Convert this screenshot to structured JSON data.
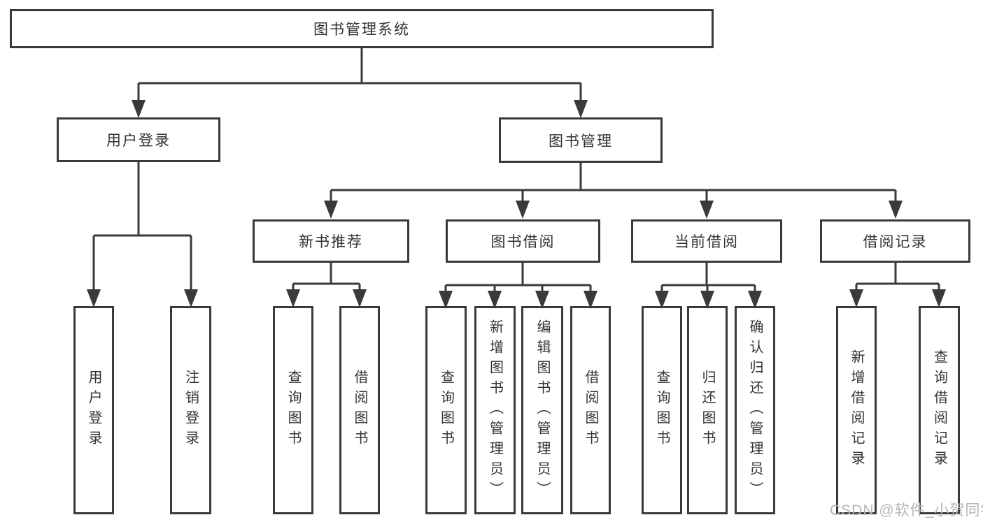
{
  "diagram": {
    "root": {
      "label": "图书管理系统"
    },
    "user_login": {
      "label": "用户登录",
      "children": [
        {
          "label": "用户登录"
        },
        {
          "label": "注销登录"
        }
      ]
    },
    "book_management": {
      "label": "图书管理",
      "sections": [
        {
          "label": "新书推荐",
          "children": [
            {
              "label": "查询图书"
            },
            {
              "label": "借阅图书"
            }
          ]
        },
        {
          "label": "图书借阅",
          "children": [
            {
              "label": "查询图书"
            },
            {
              "label": "新增图书（管理员）"
            },
            {
              "label": "编辑图书（管理员）"
            },
            {
              "label": "借阅图书"
            }
          ]
        },
        {
          "label": "当前借阅",
          "children": [
            {
              "label": "查询图书"
            },
            {
              "label": "归还图书"
            },
            {
              "label": "确认归还（管理员）"
            }
          ]
        },
        {
          "label": "借阅记录",
          "children": [
            {
              "label": "新增借阅记录"
            },
            {
              "label": "查询借阅记录"
            }
          ]
        }
      ]
    }
  },
  "watermark": {
    "text": "CSDN @软件_小贺同学"
  },
  "colors": {
    "line": "#3a3a3a",
    "text": "#333333",
    "watermark": "#b5b5b5",
    "background": "#ffffff"
  }
}
